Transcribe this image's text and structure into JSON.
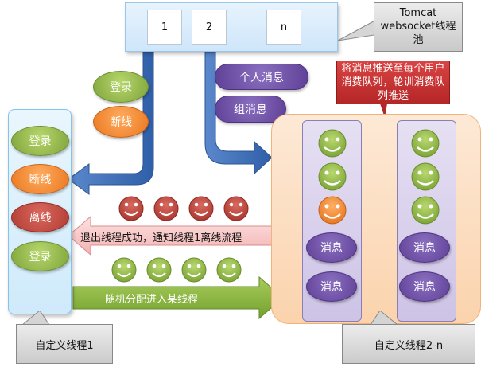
{
  "pool": {
    "slots": [
      "1",
      "2",
      "n"
    ],
    "label_line1": "Tomcat",
    "label_line2": "websocket线程",
    "label_line3": "池"
  },
  "messages": {
    "login": "登录",
    "disconnect": "断线",
    "personal": "个人消息",
    "group": "组消息"
  },
  "push_note": {
    "text": "将消息推送至每个用户消费队列，轮训消费队列推送"
  },
  "thread1": {
    "items": [
      "登录",
      "断线",
      "离线",
      "登录"
    ],
    "label": "自定义线程1"
  },
  "thread2": {
    "message_label": "消息",
    "label": "自定义线程2-n"
  },
  "flows": {
    "exit_text": "退出线程成功，通知线程1离线流程",
    "random_text": "随机分配进入某线程"
  },
  "colors": {
    "blue_arrow": "#3e6fb8",
    "green": "#8db145",
    "orange": "#f08a2c",
    "red": "#c0463d",
    "purple": "#6a4fa3",
    "connector": "#4aa3bf"
  }
}
